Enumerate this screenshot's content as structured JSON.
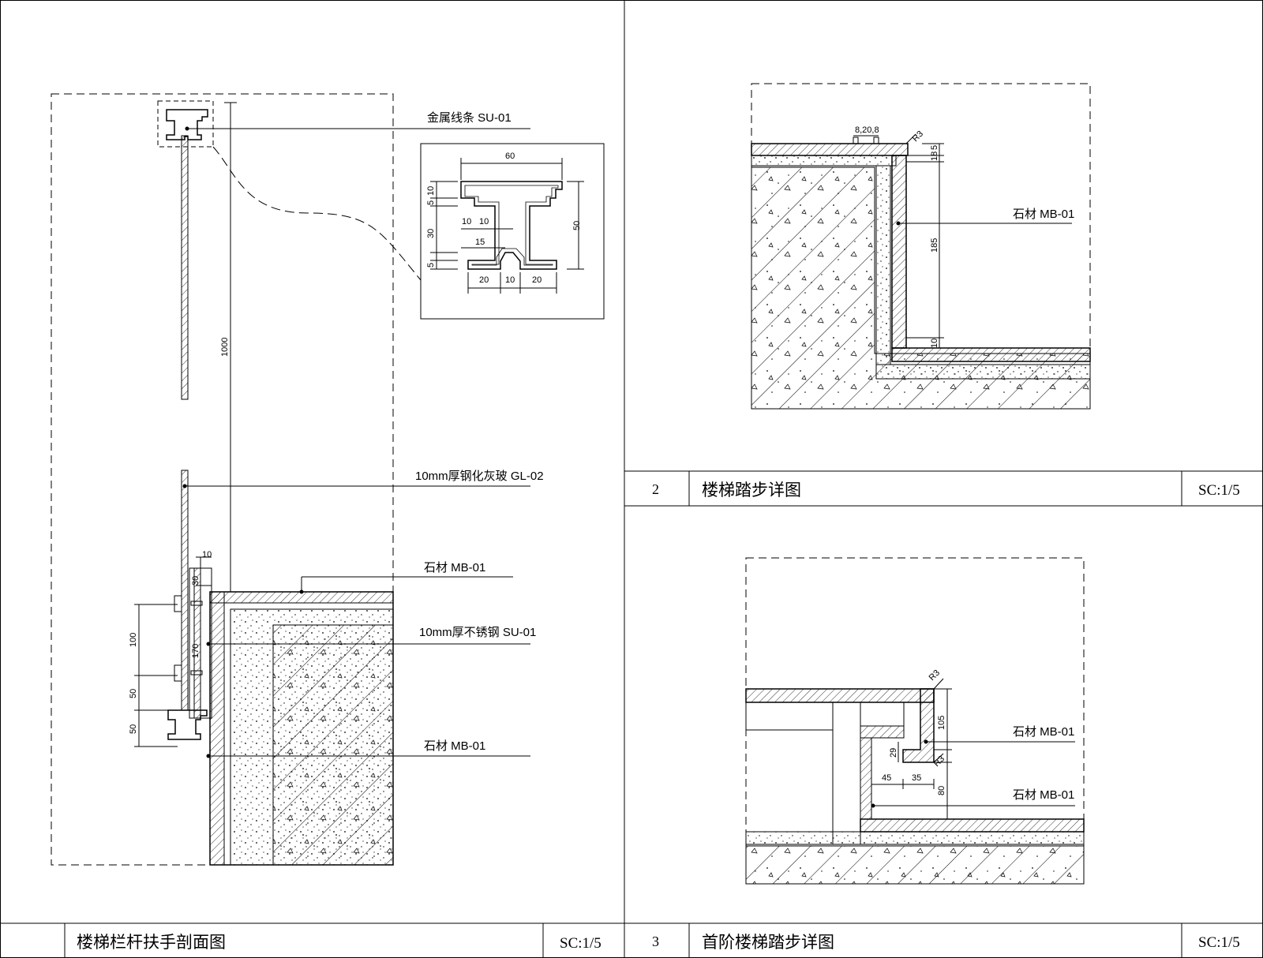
{
  "panels": {
    "p1": {
      "title": "楼梯栏杆扶手剖面图",
      "scale": "SC:1/5",
      "labels": {
        "metal_strip": "金属线条 SU-01",
        "glass": "10mm厚钢化灰玻 GL-02",
        "stone_top": "石材 MB-01",
        "stainless": "10mm厚不锈钢 SU-01",
        "stone_side": "石材 MB-01"
      },
      "dims": {
        "height": "1000",
        "d10": "10",
        "d30": "30",
        "d170": "170",
        "d100": "100",
        "d50a": "50",
        "d50b": "50"
      },
      "profile_dims": {
        "w60": "60",
        "h50": "50",
        "d10": "10",
        "d5a": "5",
        "d30": "30",
        "d5b": "5",
        "d10a": "10",
        "d10b": "10",
        "d15": "15",
        "b20a": "20",
        "b10": "10",
        "b20b": "20"
      }
    },
    "p2": {
      "number": "2",
      "title": "楼梯踏步详图",
      "scale": "SC:1/5",
      "labels": {
        "stone": "石材 MB-01"
      },
      "dims": {
        "top": "8,20,8",
        "r3": "R3",
        "d18": "18",
        "d5": "5",
        "d185": "185",
        "d10": "10"
      }
    },
    "p3": {
      "number": "3",
      "title": "首阶楼梯踏步详图",
      "scale": "SC:1/5",
      "labels": {
        "stone1": "石材 MB-01",
        "stone2": "石材 MB-01"
      },
      "dims": {
        "r3a": "R3",
        "r3b": "R3",
        "d105": "105",
        "d29": "29",
        "d45": "45",
        "d35": "35",
        "d80": "80"
      }
    }
  },
  "colors": {
    "line": "#000000",
    "background": "#ffffff"
  }
}
